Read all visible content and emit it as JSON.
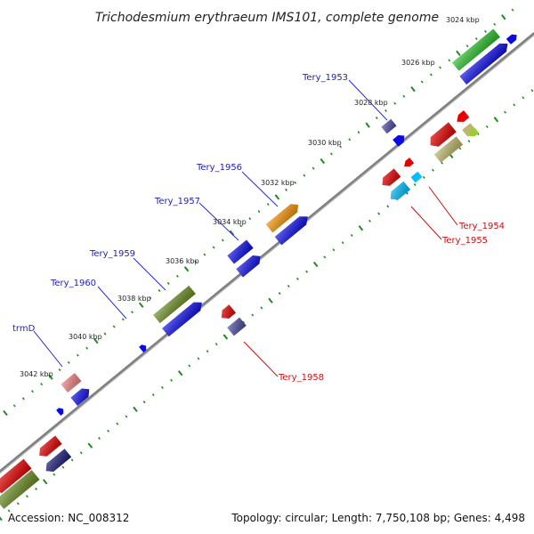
{
  "title": "Trichodesmium erythraeum IMS101, complete genome",
  "footer": {
    "accession": "Accession: NC_008312",
    "summary": "Topology: circular; Length: 7,750,108 bp; Genes: 4,498"
  },
  "colors": {
    "backbone": "#7f7f7f",
    "ticks": "#1e8c1e",
    "label_forward": "#1f1fb4",
    "label_reverse": "#cc1010",
    "leader_forward": "#2a2ad8",
    "leader_reverse": "#cc1010"
  },
  "kbp_labels": [
    "3024 kbp",
    "3026 kbp",
    "3028 kbp",
    "3030 kbp",
    "3032 kbp",
    "3034 kbp",
    "3036 kbp",
    "3038 kbp",
    "3040 kbp",
    "3042 kbp"
  ],
  "gene_labels": {
    "forward": [
      "Tery_1953",
      "Tery_1956",
      "Tery_1957",
      "Tery_1959",
      "Tery_1960",
      "trmD"
    ],
    "reverse": [
      "Tery_1954",
      "Tery_1955",
      "Tery_1958"
    ]
  }
}
